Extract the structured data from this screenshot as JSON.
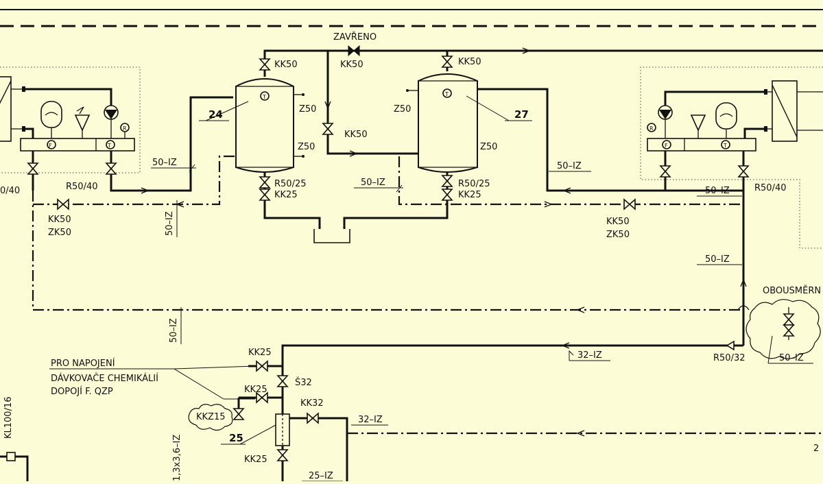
{
  "labels": {
    "closed": "ZAVŘENO",
    "kk50": "KK50",
    "kk25": "KK25",
    "kk32": "KK32",
    "zk50": "ZK50",
    "z50": "Z50",
    "r50_25": "R50/25",
    "r50_40": "R50/40",
    "r50_40_cut": "0/40",
    "r50_32": "R50/32",
    "iz50": "50–IZ",
    "iz32": "32–IZ",
    "iz25": "25–IZ",
    "s32": "Š32",
    "kkz15": "KKZ15",
    "bidirectional": "OBOUSMĚRN",
    "kl": "KL100/16",
    "pipe_cut": "1,3x3,6–IZ",
    "edge_cut": "2",
    "tank_24": "24",
    "tank_27": "27",
    "item_25": "25",
    "note_line1": "PRO NAPOJENÍ",
    "note_line2": "DÁVKOVAČE CHEMIKÁLIÍ",
    "note_line3": "DOPOJÍ F. QZP"
  }
}
